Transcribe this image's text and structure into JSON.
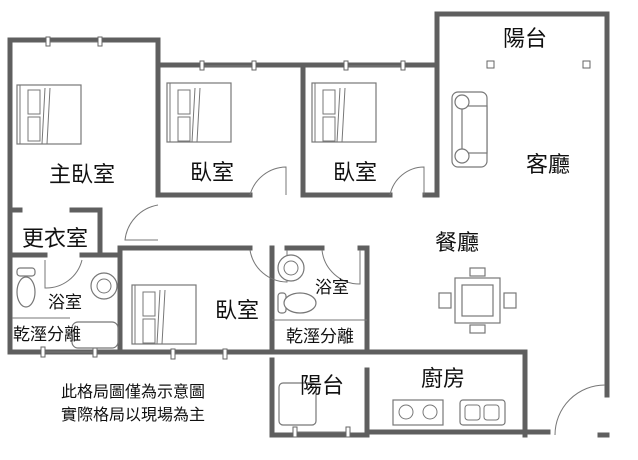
{
  "rooms": {
    "master_bedroom": "主臥室",
    "bedroom_1": "臥室",
    "bedroom_2": "臥室",
    "bedroom_3": "臥室",
    "living_room": "客廳",
    "balcony_top": "陽台",
    "balcony_bottom": "陽台",
    "dining_room": "餐廳",
    "closet": "更衣室",
    "bathroom_left": "浴室",
    "bathroom_right": "浴室",
    "dry_wet_left": "乾溼分離",
    "dry_wet_right": "乾溼分離",
    "kitchen": "廚房"
  },
  "notes": [
    "此格局圖僅為示意圖",
    "實際格局以現場為主"
  ],
  "colors": {
    "wall": "#5f5f5f",
    "fixture": "#777777"
  }
}
